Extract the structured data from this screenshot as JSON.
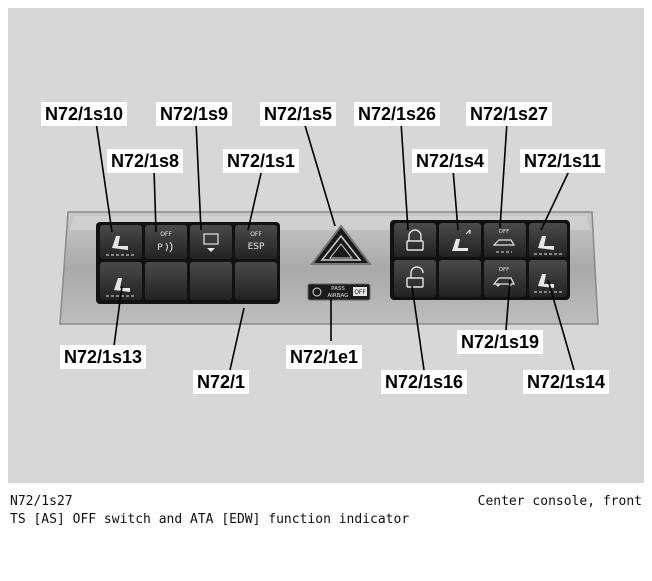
{
  "labels": {
    "n72_1s10": "N72/1s10",
    "n72_1s9": "N72/1s9",
    "n72_1s5": "N72/1s5",
    "n72_1s26": "N72/1s26",
    "n72_1s27": "N72/1s27",
    "n72_1s8": "N72/1s8",
    "n72_1s1": "N72/1s1",
    "n72_1s4": "N72/1s4",
    "n72_1s11": "N72/1s11",
    "n72_1s13": "N72/1s13",
    "n72_1": "N72/1",
    "n72_1e1": "N72/1e1",
    "n72_1s19": "N72/1s19",
    "n72_1s16": "N72/1s16",
    "n72_1s14": "N72/1s14"
  },
  "switch_text": {
    "off": "OFF",
    "esp": "ESP",
    "p_symbol": "P",
    "pass": "PASS",
    "airbag": "AIRBAG"
  },
  "caption": {
    "code": "N72/1s27",
    "description": "TS [AS] OFF switch and ATA [EDW] function indicator",
    "location": "Center console, front"
  },
  "colors": {
    "background": "#d7d7d7",
    "panel_trim": "#b4b4b4",
    "button": "#2c2c2c",
    "hazard_red": "#000000"
  }
}
